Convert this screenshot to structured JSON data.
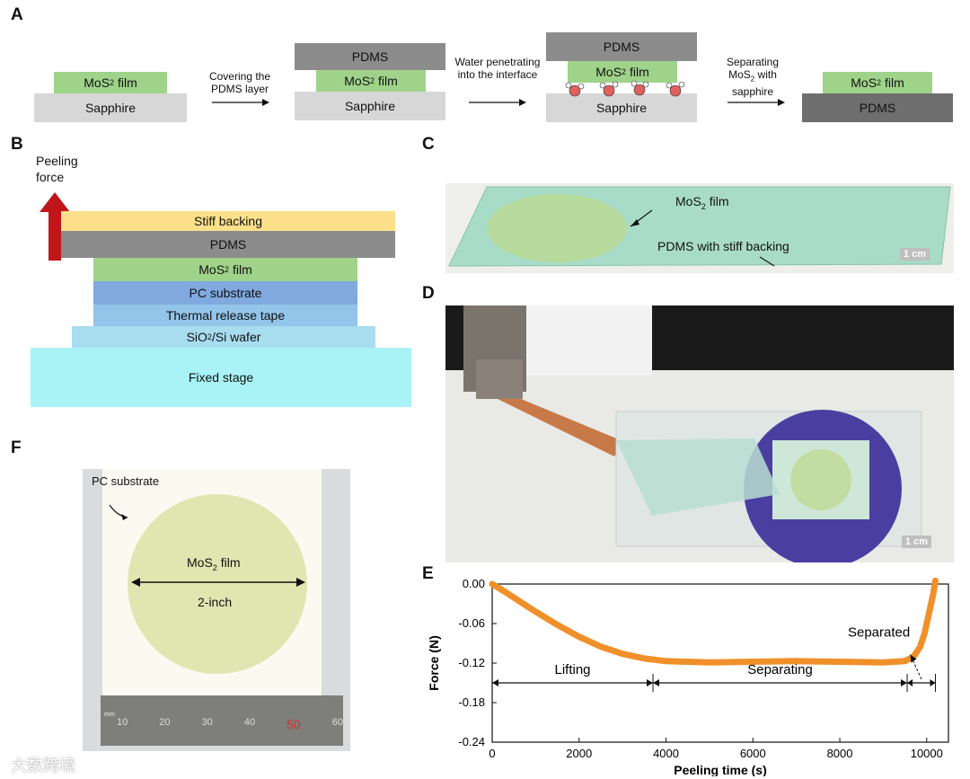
{
  "panels": {
    "A": "A",
    "B": "B",
    "C": "C",
    "D": "D",
    "E": "E",
    "F": "F"
  },
  "panelA": {
    "step1": {
      "mos2": "MoS",
      "sub": "2",
      "film": " film",
      "sapphire": "Sapphire"
    },
    "arrow1": "Covering the PDMS layer",
    "step2": {
      "pdms": "PDMS",
      "mos2": "MoS",
      "sub": "2",
      "film": " film",
      "sapphire": "Sapphire"
    },
    "arrow2": "Water penetrating into the interface",
    "step3": {
      "pdms": "PDMS",
      "mos2": "MoS",
      "sub": "2",
      "film": " film",
      "sapphire": "Sapphire"
    },
    "arrow3a": "Separating",
    "arrow3b": "MoS",
    "arrow3sub": "2",
    "arrow3c": " with",
    "arrow3d": "sapphire",
    "step4": {
      "mos2": "MoS",
      "sub": "2",
      "film": " film",
      "pdms": "PDMS"
    }
  },
  "panelB": {
    "peeling": "Peeling",
    "force": "force",
    "layers": {
      "stiff": "Stiff backing",
      "pdms": "PDMS",
      "mos2": "MoS",
      "mos2sub": "2",
      "mos2film": " film",
      "pc": "PC substrate",
      "tape": "Thermal release tape",
      "sio2": "SiO",
      "sio2sub": "2",
      "sio2rest": "/Si wafer",
      "stage": "Fixed stage"
    },
    "colors": {
      "stiff": "#ffe08a",
      "pdms": "#8c8c8c",
      "mos2": "#9fd38a",
      "pc": "#7fa9df",
      "tape": "#93c4ea",
      "sio2": "#a8dcef",
      "stage": "#a9f3f6",
      "arrow": "#c0161a"
    }
  },
  "panelC": {
    "mos2": "MoS",
    "sub": "2",
    "film": " film",
    "pdms": "PDMS with stiff backing",
    "scale": "1 cm"
  },
  "panelD": {
    "scale": "1 cm"
  },
  "panelF": {
    "pc": "PC substrate",
    "mos2": "MoS",
    "sub": "2",
    "film": " film",
    "size": "2-inch",
    "ruler": [
      "10",
      "20",
      "30",
      "40",
      "50",
      "60"
    ],
    "ruler_unit": "mm"
  },
  "watermark": "大数跨境",
  "chart_data": {
    "type": "line",
    "xlabel": "Peeling time (s)",
    "ylabel": "Force (N)",
    "xlim": [
      0,
      10500
    ],
    "ylim": [
      -0.24,
      0.0
    ],
    "xticks": [
      "0",
      "2000",
      "4000",
      "6000",
      "8000",
      "10000"
    ],
    "yticks": [
      "0.00",
      "-0.06",
      "-0.12",
      "-0.18",
      "-0.24"
    ],
    "series": [
      {
        "color": "#f0902a",
        "x": [
          0,
          300,
          600,
          1000,
          1500,
          2000,
          2500,
          3000,
          3500,
          4000,
          4500,
          5000,
          6000,
          7000,
          8000,
          9000,
          9500,
          9700,
          9850,
          9950,
          10050,
          10150,
          10200
        ],
        "y": [
          0.0,
          -0.012,
          -0.025,
          -0.042,
          -0.062,
          -0.08,
          -0.095,
          -0.106,
          -0.113,
          -0.117,
          -0.118,
          -0.119,
          -0.118,
          -0.117,
          -0.118,
          -0.119,
          -0.117,
          -0.11,
          -0.095,
          -0.075,
          -0.045,
          -0.015,
          0.005
        ]
      }
    ],
    "annotations": {
      "lifting": "Lifting",
      "separating": "Separating",
      "separated": "Separated"
    }
  }
}
